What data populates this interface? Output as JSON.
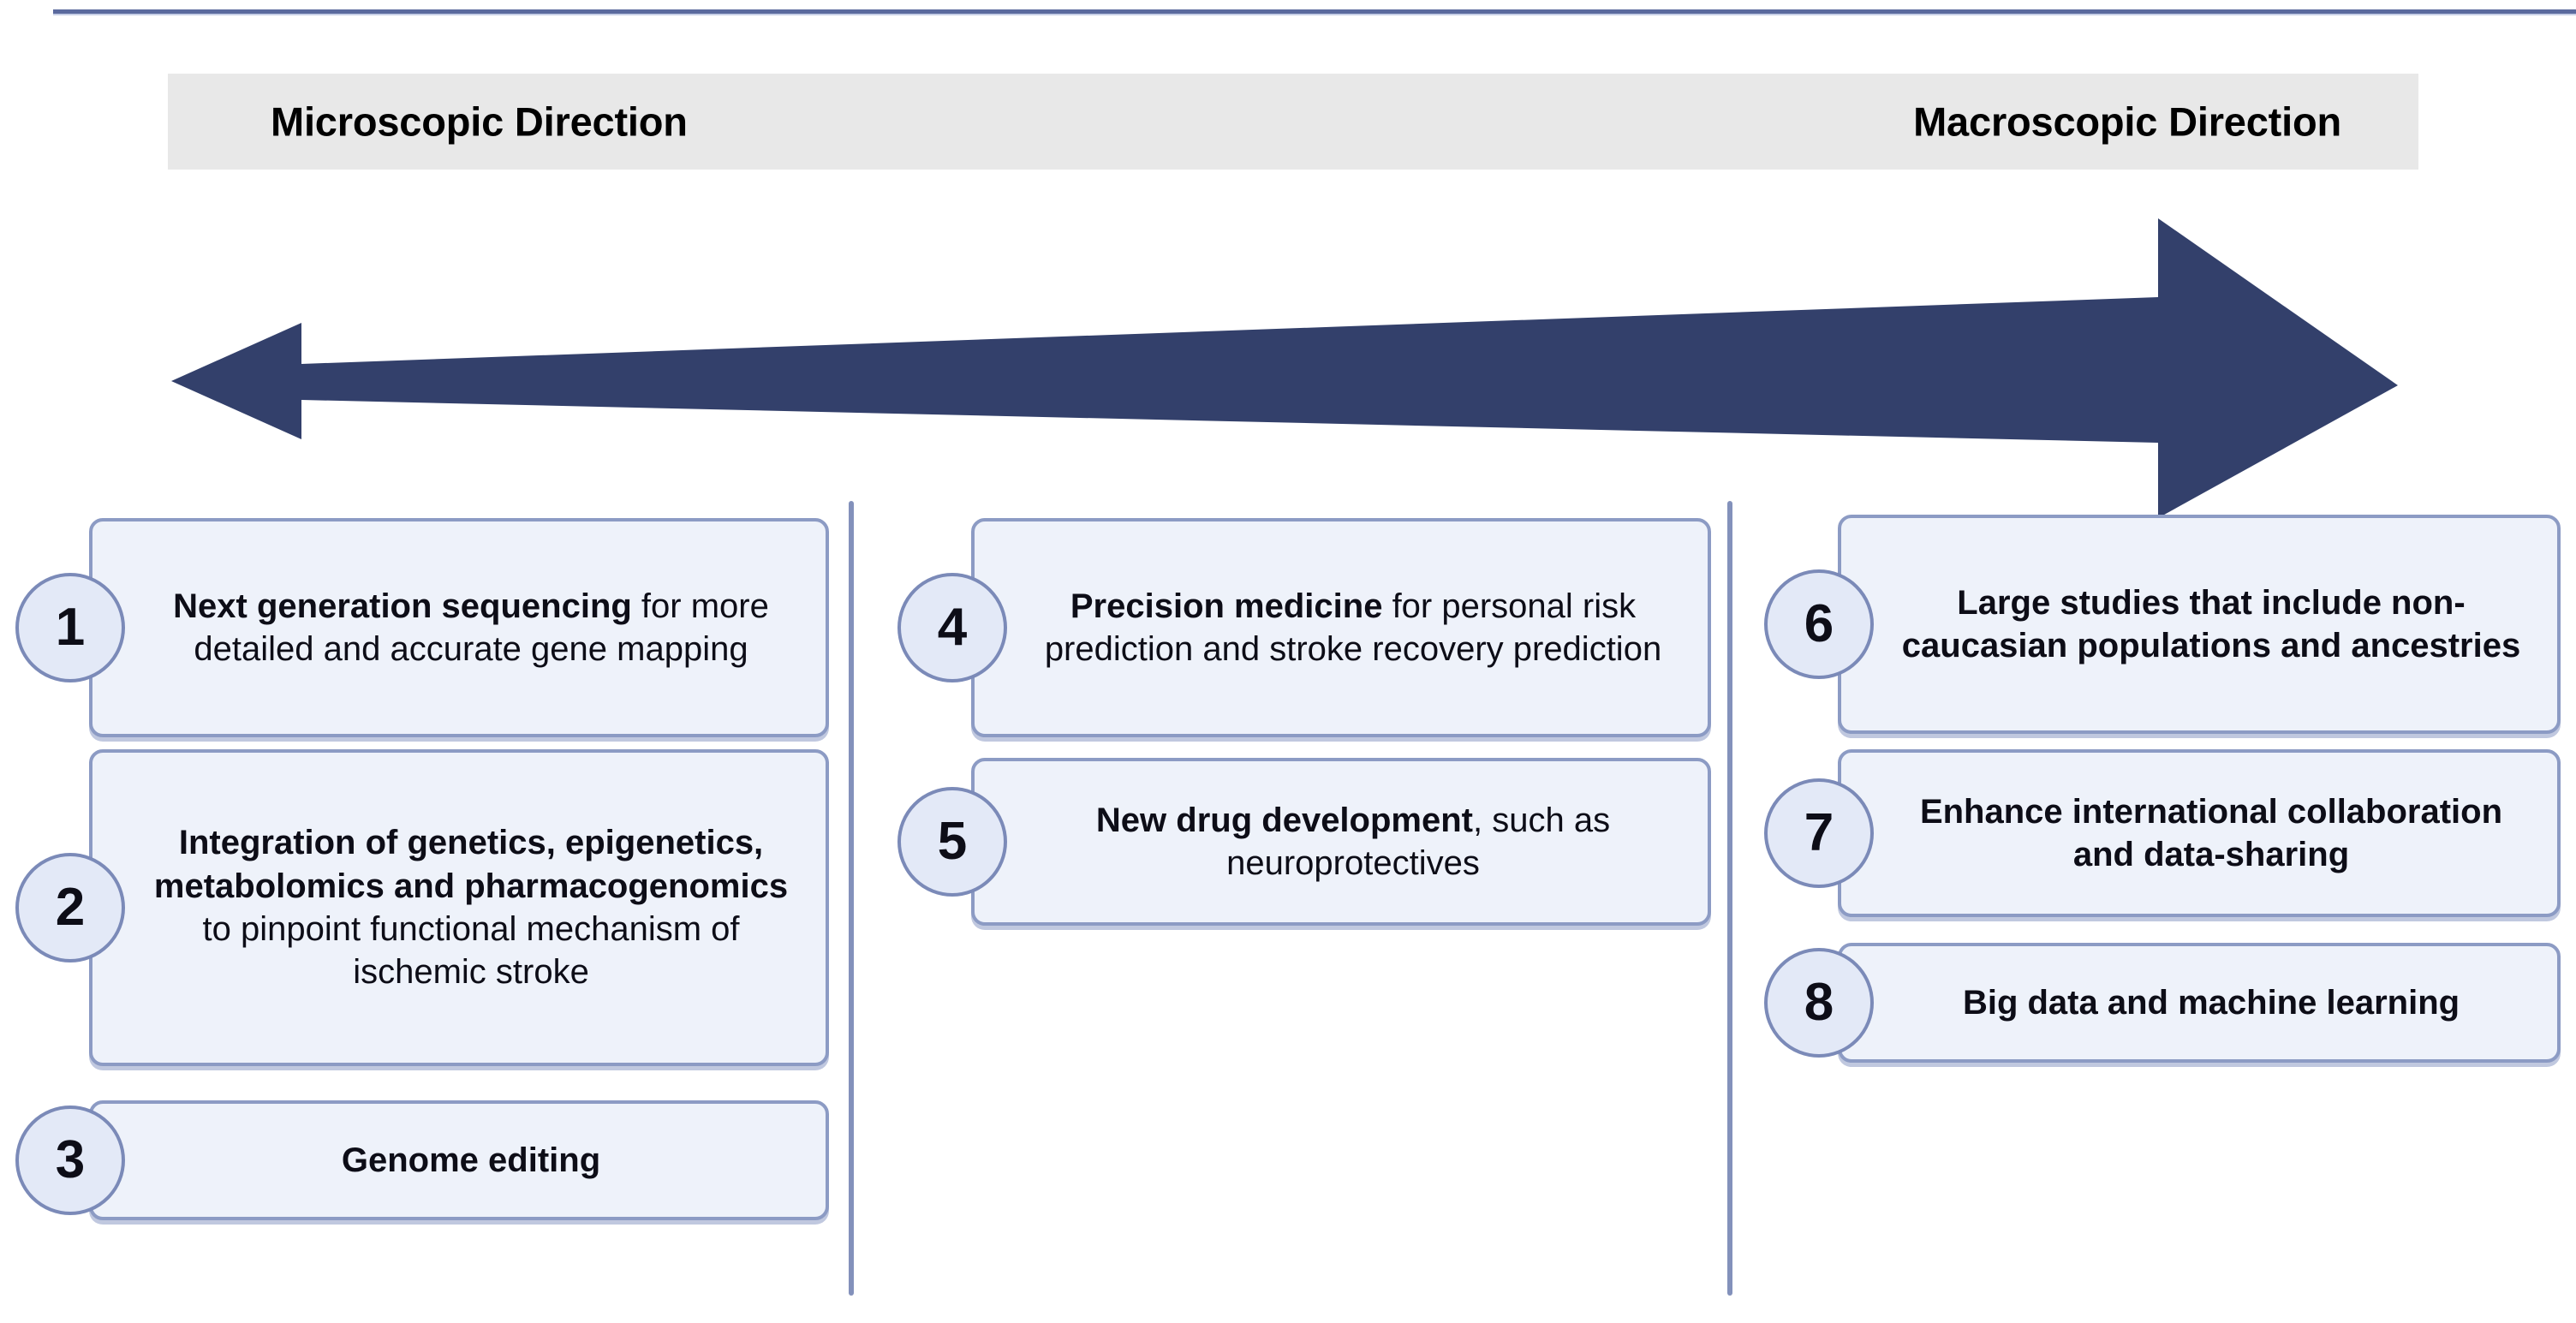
{
  "figure": {
    "title_left": "Microscopic Direction",
    "title_right": "Macroscopic Direction",
    "arrow": {
      "name": "double-headed-tapered-arrow",
      "color": "#33406B",
      "direction": "bidirectional-left-right"
    },
    "colors": {
      "arrow": "#33406B",
      "header_band": "#e8e8e8",
      "card_fill": "#eef2fa",
      "card_border": "#8c9bc4",
      "badge_fill": "#e3e9f7",
      "badge_border": "#7b8ab8",
      "divider": "#8391bb",
      "top_rule": "#5b6a9e",
      "text": "#0d0d17"
    }
  },
  "columns": [
    {
      "name": "microscopic-column",
      "items": [
        {
          "number": "1",
          "bold": "Next generation sequencing",
          "rest": " for more detailed and accurate gene mapping",
          "all_bold": false
        },
        {
          "number": "2",
          "bold": "Integration of genetics, epigenetics, metabolomics and pharmacogenomics",
          "rest": " to pinpoint functional mechanism of ischemic stroke",
          "all_bold": false
        },
        {
          "number": "3",
          "bold": "Genome editing",
          "rest": "",
          "all_bold": true
        }
      ]
    },
    {
      "name": "middle-column",
      "items": [
        {
          "number": "4",
          "bold": "Precision medicine",
          "rest": " for personal risk prediction and stroke recovery prediction",
          "all_bold": false
        },
        {
          "number": "5",
          "bold": "New drug development",
          "rest": ", such as neuroprotectives",
          "all_bold": false
        }
      ]
    },
    {
      "name": "macroscopic-column",
      "items": [
        {
          "number": "6",
          "bold": "Large studies that include non-caucasian populations and ancestries",
          "rest": "",
          "all_bold": true
        },
        {
          "number": "7",
          "bold": "Enhance international collaboration and data-sharing",
          "rest": "",
          "all_bold": true
        },
        {
          "number": "8",
          "bold": "Big data and machine learning",
          "rest": "",
          "all_bold": true
        }
      ]
    }
  ]
}
